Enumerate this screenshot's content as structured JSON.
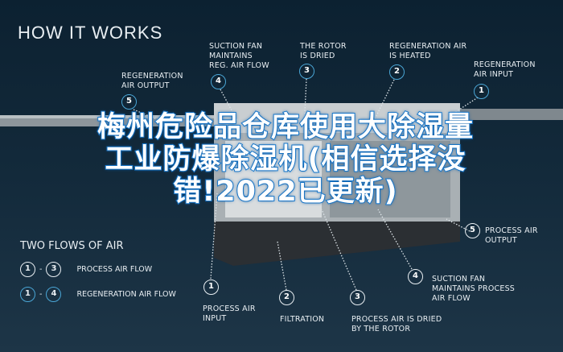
{
  "heading": "HOW IT WORKS",
  "overlay_title": "梅州危险品仓库使用大除湿量工业防爆除湿机(相信选择没错!2022已更新)",
  "top_callouts": [
    {
      "num": "4",
      "label": "SUCTION FAN\nMAINTAINS\nREG. AIR FLOW"
    },
    {
      "num": "3",
      "label": "THE ROTOR\nIS DRIED"
    },
    {
      "num": "2",
      "label": "REGENERATION AIR\nIS HEATED"
    },
    {
      "num": "1",
      "label": "REGENERATION\nAIR INPUT"
    },
    {
      "num": "5",
      "label": "REGENERATION\nAIR OUTPUT"
    }
  ],
  "bottom_callouts": [
    {
      "num": "1",
      "label": "PROCESS AIR\nINPUT"
    },
    {
      "num": "2",
      "label": "FILTRATION"
    },
    {
      "num": "3",
      "label": "PROCESS AIR IS DRIED\nBY THE ROTOR"
    },
    {
      "num": "4",
      "label": "SUCTION FAN\nMAINTAINS PROCESS\nAIR FLOW"
    },
    {
      "num": "5",
      "label": "PROCESS AIR\nOUTPUT"
    }
  ],
  "flows": {
    "title": "TWO FLOWS OF AIR",
    "items": [
      {
        "from": "1",
        "dash": "-",
        "to": "3",
        "label": "PROCESS AIR FLOW"
      },
      {
        "from": "1",
        "dash": "-",
        "to": "4",
        "label": "REGENERATION AIR FLOW"
      }
    ]
  },
  "colors": {
    "background": "#0f2434",
    "regen_accent": "#4aa6d6",
    "overlay_stroke": "#1a7fd6"
  }
}
